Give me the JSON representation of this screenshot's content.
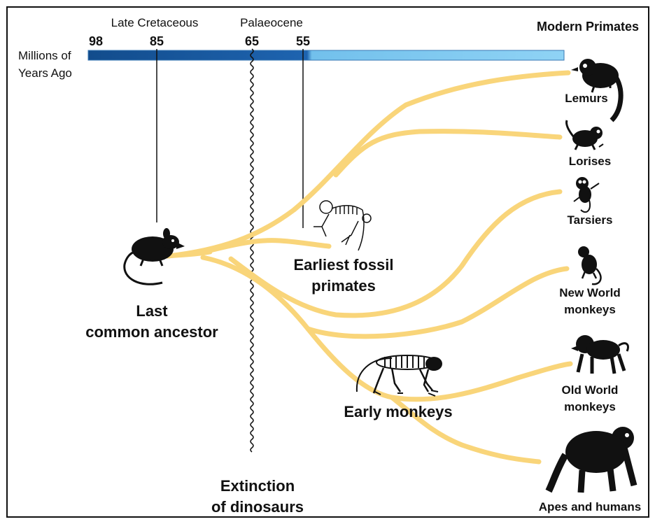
{
  "eras": {
    "late_cretaceous": "Late Cretaceous",
    "palaeocene": "Palaeocene"
  },
  "timeline": {
    "axis_label_line1": "Millions of",
    "axis_label_line2": "Years Ago",
    "ticks": [
      "98",
      "85",
      "65",
      "55"
    ],
    "colors": {
      "dark": "#1e5aa0",
      "light": "#7cc6ee"
    }
  },
  "heading": "Modern Primates",
  "captions": {
    "ancestor_line1": "Last",
    "ancestor_line2": "common ancestor",
    "fossil_line1": "Earliest fossil",
    "fossil_line2": "primates",
    "monkeys": "Early monkeys",
    "extinction_line1": "Extinction",
    "extinction_line2": "of dinosaurs"
  },
  "groups": {
    "lemurs": "Lemurs",
    "lorises": "Lorises",
    "tarsiers": "Tarsiers",
    "new_world_line1": "New World",
    "new_world_line2": "monkeys",
    "old_world_line1": "Old World",
    "old_world_line2": "monkeys",
    "apes": "Apes and humans"
  },
  "branch_color": "#f9d57a"
}
